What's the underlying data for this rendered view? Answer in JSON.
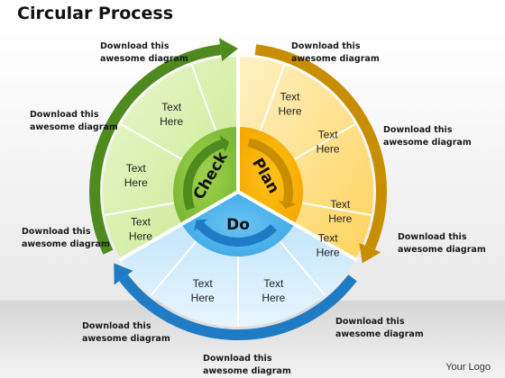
{
  "title": "Circular Process",
  "logo": "Your Logo",
  "center_labels": {
    "check": "Check",
    "plan": "Plan",
    "do": "Do"
  },
  "segment_line1": "Text",
  "segment_line2": "Here",
  "caption_line1": "Download this",
  "caption_line2": "awesome diagram",
  "colors": {
    "green_light": "#d9efb0",
    "green_mid": "#8dc63f",
    "green_dark": "#4e8a1e",
    "orange_light": "#ffe5a3",
    "orange_mid": "#ffb400",
    "orange_dark": "#c98e00",
    "blue_light": "#d4ecfb",
    "blue_mid": "#4db3ee",
    "blue_dark": "#1f7cc4"
  }
}
